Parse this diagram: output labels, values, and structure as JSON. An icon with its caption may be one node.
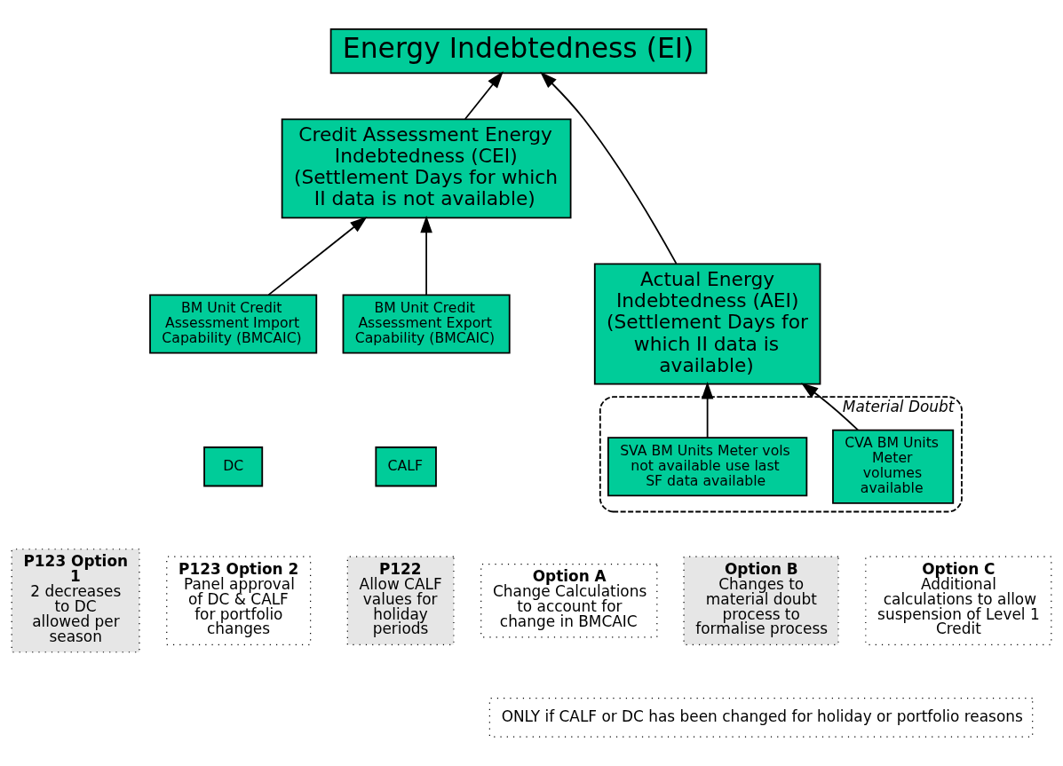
{
  "diagram": {
    "nodes": [
      {
        "text": [
          "Energy Indebtedness (EI)"
        ]
      },
      {
        "text": [
          "Credit Assessment Energy Indebtedness (CEI)",
          "(Settlement Days for which II data is not available)"
        ]
      },
      {
        "text": [
          "Actual Energy Indebtedness (AEI)",
          "(Settlement Days for which II data is available)"
        ]
      },
      {
        "text": [
          "BM Unit Credit Assessment Import Capability (BMCAIC)"
        ]
      },
      {
        "text": [
          "BM Unit Credit Assessment Export Capability (BMCAIC)"
        ]
      },
      {
        "text": [
          "DC"
        ]
      },
      {
        "text": [
          "CALF"
        ]
      },
      {
        "text": [
          "Material Doubt"
        ]
      },
      {
        "text": [
          "SVA BM Units Meter vols not available use last SF data available"
        ],
        "in": 7
      },
      {
        "text": [
          "CVA BM Units Meter volumes available"
        ],
        "in": 7
      },
      {
        "text": [
          "P123 Option 1",
          "2 decreases to DC allowed per season"
        ]
      },
      {
        "text": [
          "P123 Option 2",
          "Panel approval of DC & CALF for portfolio changes"
        ]
      },
      {
        "text": [
          "P122",
          "Allow CALF values for holiday periods"
        ]
      },
      {
        "text": [
          "Option A",
          "Change Calculations to account for change in BMCAIC"
        ]
      },
      {
        "text": [
          "Option B",
          "Changes to material doubt process to formalise process"
        ]
      },
      {
        "text": [
          "Option C",
          "Additional calculations to allow suspension of Level 1 Credit"
        ]
      },
      {
        "text": [
          "ONLY if CALF or DC has been changed for holiday or portfolio reasons"
        ]
      }
    ],
    "edges": [
      {
        "from": 1,
        "to": 0,
        "arrow": "to"
      },
      {
        "from": 2,
        "to": 0,
        "arrow": "to"
      },
      {
        "from": 3,
        "to": 1,
        "arrow": "to"
      },
      {
        "from": 4,
        "to": 1,
        "arrow": "to"
      },
      {
        "from": 8,
        "to": 2,
        "arrow": "to"
      },
      {
        "from": 9,
        "to": 2,
        "arrow": "to"
      }
    ]
  }
}
